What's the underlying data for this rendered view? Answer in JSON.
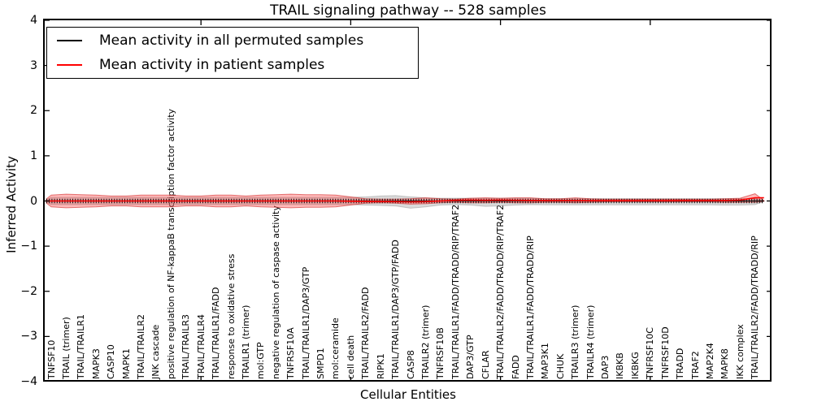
{
  "title": "TRAIL signaling pathway -- 528 samples",
  "axes": {
    "ylabel": "Inferred Activity",
    "xlabel": "Cellular Entities",
    "ytick_labels": [
      "4",
      "3",
      "2",
      "1",
      "0",
      "−1",
      "−2",
      "−3",
      "−4"
    ],
    "ytick_values": [
      4,
      3,
      2,
      1,
      0,
      -1,
      -2,
      -3,
      -4
    ]
  },
  "legend": {
    "items": [
      {
        "label": "Mean activity in all permuted samples",
        "color": "#000000"
      },
      {
        "label": "Mean activity in patient samples",
        "color": "#ff0000"
      }
    ]
  },
  "chart_data": {
    "type": "line",
    "title": "TRAIL signaling pathway -- 528 samples",
    "xlabel": "Cellular Entities",
    "ylabel": "Inferred Activity",
    "ylim": [
      -4,
      4
    ],
    "grid": false,
    "legend_position": "upper left",
    "categories": [
      "TNFSF10",
      "TRAIL (trimer)",
      "TRAIL/TRAILR1",
      "MAPK3",
      "CASP10",
      "MAPK1",
      "TRAIL/TRAILR2",
      "JNK cascade",
      "positive regulation of NF-kappaB transcription factor activity",
      "TRAIL/TRAILR3",
      "TRAIL/TRAILR4",
      "TRAIL/TRAILR1/FADD",
      "response to oxidative stress",
      "TRAILR1 (trimer)",
      "mol:GTP",
      "negative regulation of caspase activity",
      "TNFRSF10A",
      "TRAIL/TRAILR1/DAP3/GTP",
      "SMPD1",
      "mol:ceramide",
      "cell death",
      "TRAIL/TRAILR2/FADD",
      "RIPK1",
      "TRAIL/TRAILR1/DAP3/GTP/FADD",
      "CASP8",
      "TRAILR2 (trimer)",
      "TNFRSF10B",
      "TRAIL/TRAILR1/FADD/TRADD/RIP/TRAF2",
      "DAP3/GTP",
      "CFLAR",
      "TRAIL/TRAILR2/FADD/TRADD/RIP/TRAF2",
      "FADD",
      "TRAIL/TRAILR1/FADD/TRADD/RIP",
      "MAP3K1",
      "CHUK",
      "TRAILR3 (trimer)",
      "TRAILR4 (trimer)",
      "DAP3",
      "IKBKB",
      "IKBKG",
      "TNFRSF10C",
      "TNFRSF10D",
      "TRADD",
      "TRAF2",
      "MAP2K4",
      "MAPK8",
      "IKK complex",
      "TRAIL/TRAILR2/FADD/TRADD/RIP"
    ],
    "series": [
      {
        "name": "Mean activity in all permuted samples",
        "color": "#000000",
        "values": [
          0,
          0,
          0,
          0,
          0,
          0,
          0,
          0,
          0,
          0,
          0,
          0,
          0,
          0,
          0,
          0,
          0,
          0,
          0,
          0,
          0,
          0,
          0,
          0,
          0,
          0,
          0,
          0,
          0,
          0,
          0,
          0,
          0,
          0,
          0,
          0,
          0,
          0,
          0,
          0,
          0,
          0,
          0,
          0,
          0,
          0,
          0,
          0
        ]
      },
      {
        "name": "Mean activity in patient samples",
        "color": "#ff0000",
        "values": [
          0,
          0,
          0,
          0,
          0,
          0,
          0,
          0,
          0,
          0,
          0,
          0,
          0,
          0,
          0,
          0,
          0,
          0,
          0,
          0,
          -0.005,
          -0.01,
          -0.01,
          -0.015,
          -0.02,
          -0.015,
          0,
          0.015,
          0.02,
          0.015,
          0.02,
          0.015,
          0.01,
          0.01,
          0.01,
          0.008,
          0.008,
          0.008,
          0.008,
          0.008,
          0.008,
          0.008,
          0.01,
          0.01,
          0.01,
          0.01,
          0.02,
          0.07
        ]
      }
    ],
    "bands": [
      {
        "name": "permuted samples std band",
        "color": "#8c8c8c",
        "upper": [
          0.08,
          0.08,
          0.08,
          0.08,
          0.08,
          0.08,
          0.08,
          0.08,
          0.08,
          0.08,
          0.08,
          0.08,
          0.08,
          0.08,
          0.08,
          0.08,
          0.08,
          0.08,
          0.08,
          0.08,
          0.08,
          0.09,
          0.11,
          0.12,
          0.09,
          0.07,
          0.06,
          0.06,
          0.06,
          0.06,
          0.06,
          0.06,
          0.06,
          0.05,
          0.05,
          0.05,
          0.05,
          0.05,
          0.05,
          0.05,
          0.05,
          0.05,
          0.05,
          0.05,
          0.05,
          0.05,
          0.05,
          0.05
        ],
        "lower": [
          -0.08,
          -0.08,
          -0.08,
          -0.08,
          -0.08,
          -0.08,
          -0.08,
          -0.08,
          -0.08,
          -0.08,
          -0.08,
          -0.08,
          -0.08,
          -0.08,
          -0.08,
          -0.08,
          -0.08,
          -0.08,
          -0.08,
          -0.08,
          -0.08,
          -0.09,
          -0.1,
          -0.11,
          -0.16,
          -0.13,
          -0.09,
          -0.08,
          -0.09,
          -0.12,
          -0.11,
          -0.09,
          -0.08,
          -0.085,
          -0.085,
          -0.085,
          -0.085,
          -0.085,
          -0.085,
          -0.085,
          -0.085,
          -0.085,
          -0.085,
          -0.085,
          -0.085,
          -0.09,
          -0.09,
          -0.08
        ]
      },
      {
        "name": "patient samples std band",
        "color": "#ff2d2d",
        "upper": [
          0.13,
          0.15,
          0.14,
          0.13,
          0.11,
          0.11,
          0.13,
          0.13,
          0.13,
          0.11,
          0.11,
          0.13,
          0.13,
          0.11,
          0.13,
          0.14,
          0.15,
          0.14,
          0.14,
          0.13,
          0.09,
          0.05,
          0.04,
          0.04,
          0.05,
          0.07,
          0.05,
          0.04,
          0.06,
          0.07,
          0.06,
          0.07,
          0.07,
          0.05,
          0.05,
          0.07,
          0.05,
          0.04,
          0.04,
          0.04,
          0.04,
          0.04,
          0.04,
          0.04,
          0.04,
          0.05,
          0.06,
          0.16
        ],
        "lower": [
          -0.13,
          -0.15,
          -0.14,
          -0.13,
          -0.11,
          -0.11,
          -0.13,
          -0.13,
          -0.13,
          -0.11,
          -0.11,
          -0.13,
          -0.13,
          -0.11,
          -0.13,
          -0.14,
          -0.15,
          -0.14,
          -0.14,
          -0.13,
          -0.09,
          -0.05,
          -0.04,
          -0.05,
          -0.07,
          -0.06,
          -0.04,
          -0.03,
          -0.04,
          -0.04,
          -0.03,
          -0.04,
          -0.04,
          -0.03,
          -0.03,
          -0.04,
          -0.03,
          -0.02,
          -0.02,
          -0.02,
          -0.02,
          -0.02,
          -0.02,
          -0.02,
          -0.02,
          -0.03,
          -0.03,
          -0.03
        ]
      }
    ]
  }
}
